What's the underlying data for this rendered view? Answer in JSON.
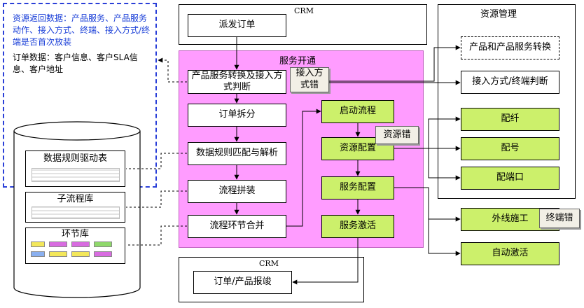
{
  "crm_top": {
    "title": "CRM",
    "dispatch": "派发订单"
  },
  "crm_bottom": {
    "title": "CRM",
    "report": "订单/产品报竣"
  },
  "service": {
    "title": "服务开通",
    "convert": "产品服务转换及接入方式判断",
    "split": "订单拆分",
    "match": "数据规则匹配与解析",
    "assemble": "流程拼装",
    "merge": "流程环节合并",
    "start": "启动流程",
    "resource": "资源配置",
    "svc_config": "服务配置",
    "activate": "服务激活"
  },
  "resource_mgmt": {
    "title": "资源管理",
    "product_convert": "产品和产品服务转换",
    "access_judge": "接入方式/终端判断",
    "fiber": "配纤",
    "number": "配号",
    "port": "配端口"
  },
  "external": {
    "construction": "外线施工",
    "auto_activate": "自动激活"
  },
  "errors": {
    "access": "接入方式错",
    "resource": "资源错",
    "terminal": "终端错"
  },
  "notes": {
    "resource_return": "资源返回数据：产品服务、产品服务动作、接入方式、终端、接入方式/终端是否首次放装",
    "order_data": "订单数据：客户信息、客户SLA信息、客户地址"
  },
  "db": {
    "rules": "数据规则驱动表",
    "subflow": "子流程库",
    "links": "环节库"
  },
  "colors": {
    "pink": "#ff9cff",
    "green": "#ccf06b",
    "blue_dash": "#2a3fd8",
    "note_blue": "#1a3fd8"
  }
}
